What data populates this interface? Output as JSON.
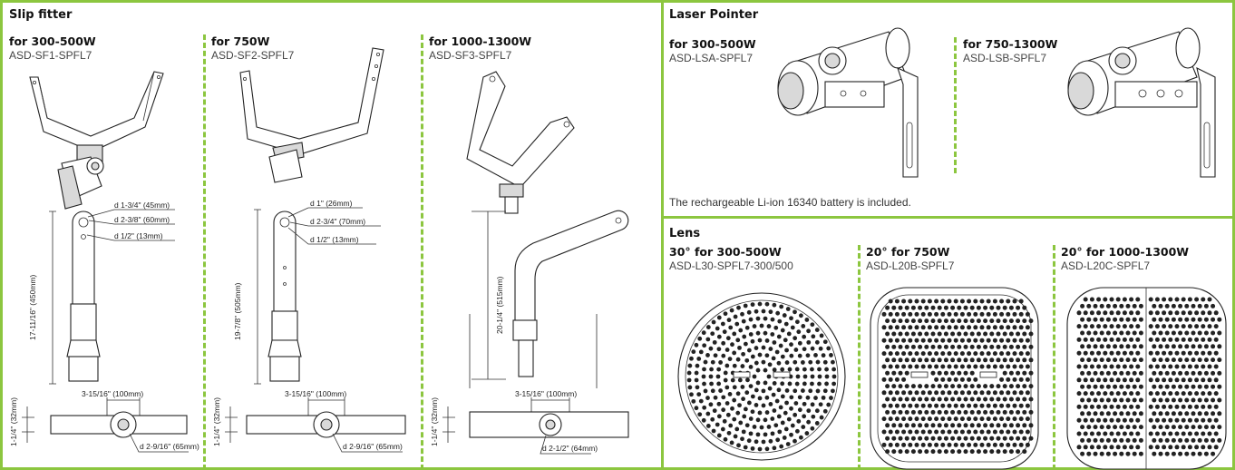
{
  "slip_fitter": {
    "title": "Slip fitter",
    "columns": [
      {
        "title": "for 300-500W",
        "code": "ASD-SF1-SPFL7",
        "dims": {
          "d1": "d 1-3/4\" (45mm)",
          "d2": "d 2-3/8\" (60mm)",
          "d3": "d 1/2\" (13mm)",
          "height": "17-11/16\" (450mm)",
          "width": "3-15/16\" (100mm)",
          "side": "1-1/4\" (32mm)",
          "bottom": "d 2-9/16\" (65mm)"
        }
      },
      {
        "title": "for 750W",
        "code": "ASD-SF2-SPFL7",
        "dims": {
          "d1": "d 1\" (26mm)",
          "d2": "d 2-3/4\" (70mm)",
          "d3": "d 1/2\" (13mm)",
          "height": "19-7/8\" (505mm)",
          "width": "3-15/16\" (100mm)",
          "side": "1-1/4\" (32mm)",
          "bottom": "d 2-9/16\" (65mm)"
        }
      },
      {
        "title": "for 1000-1300W",
        "code": "ASD-SF3-SPFL7",
        "dims": {
          "height": "20-1/4\" (515mm)",
          "width": "3-15/16\" (100mm)",
          "side": "1-1/4\" (32mm)",
          "bottom": "d 2-1/2\" (64mm)"
        }
      }
    ]
  },
  "laser_pointer": {
    "title": "Laser Pointer",
    "columns": [
      {
        "title": "for 300-500W",
        "code": "ASD-LSA-SPFL7"
      },
      {
        "title": "for 750-1300W",
        "code": "ASD-LSB-SPFL7"
      }
    ],
    "note": "The rechargeable Li-ion 16340 battery is included."
  },
  "lens": {
    "title": "Lens",
    "columns": [
      {
        "title": "30° for 300-500W",
        "code": "ASD-L30-SPFL7-300/500"
      },
      {
        "title": "20° for 750W",
        "code": "ASD-L20B-SPFL7"
      },
      {
        "title": "20° for 1000-1300W",
        "code": "ASD-L20C-SPFL7"
      }
    ]
  },
  "colors": {
    "accent": "#8cc63f",
    "ink": "#222222"
  }
}
